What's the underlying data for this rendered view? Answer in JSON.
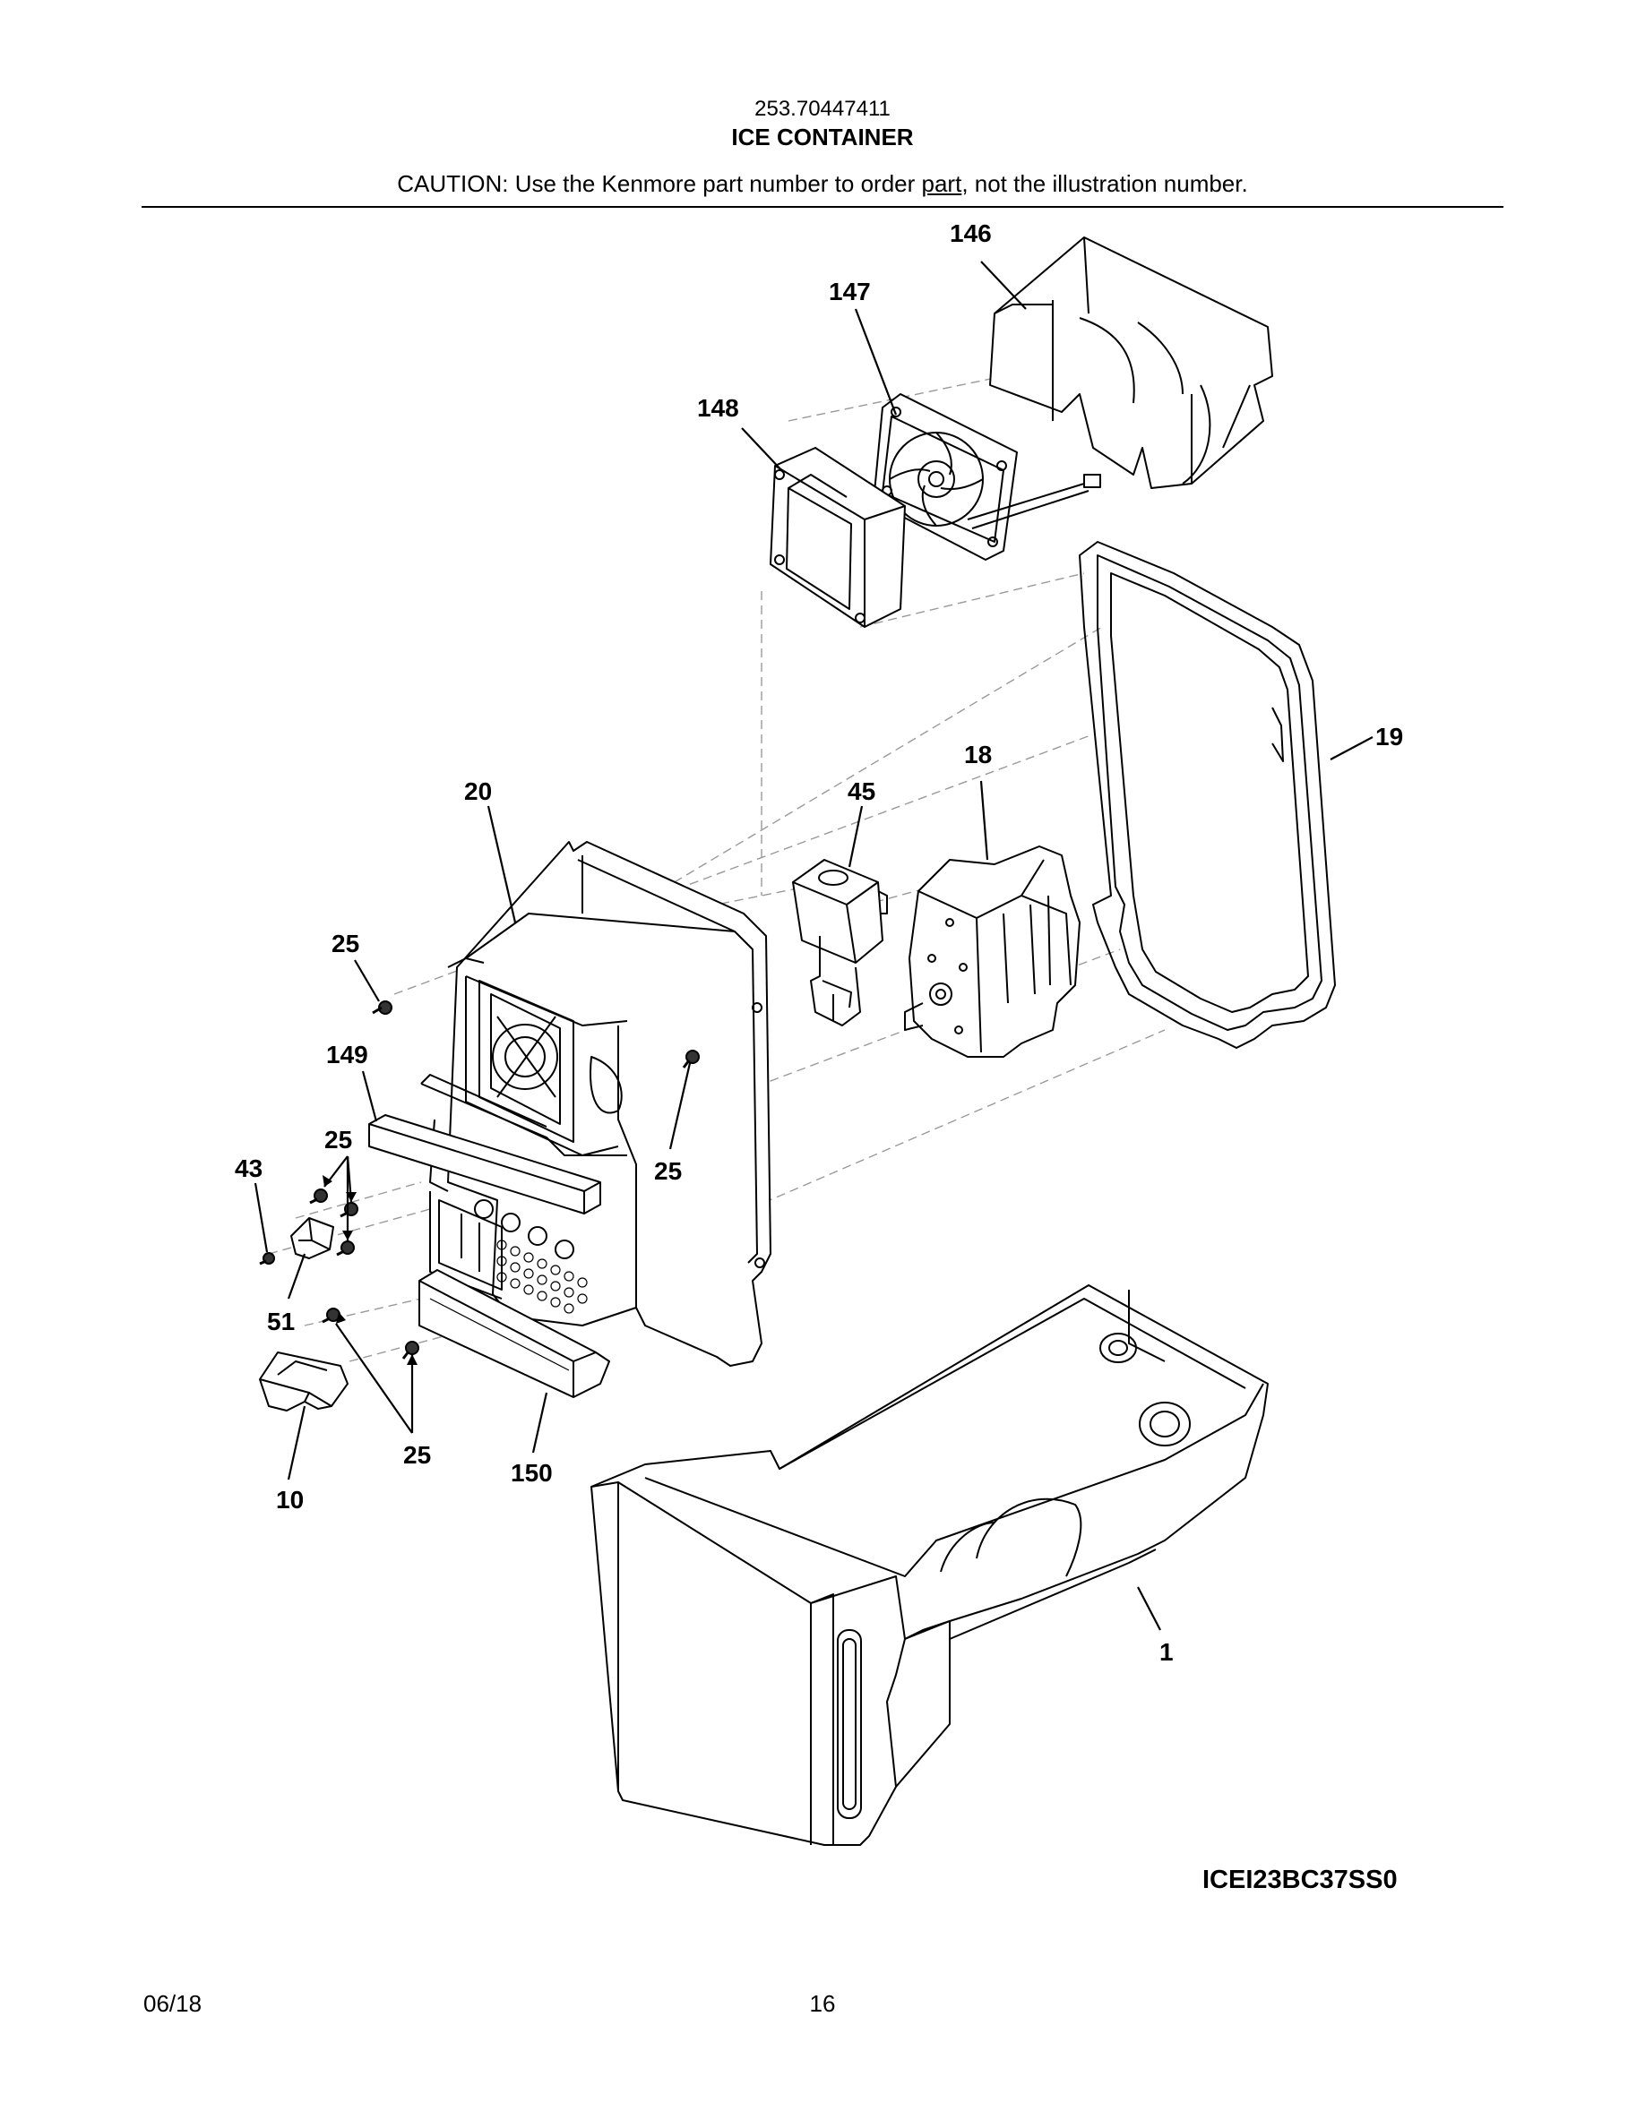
{
  "header": {
    "model": "253.70447411",
    "title": "ICE CONTAINER",
    "caution_before": "CAUTION: Use the Kenmore part number to order ",
    "caution_link": "part",
    "caution_after": ", not the illustration number."
  },
  "diagram": {
    "reference_code": "ICEI23BC37SS0",
    "callouts": [
      {
        "id": "c146",
        "label": "146"
      },
      {
        "id": "c147",
        "label": "147"
      },
      {
        "id": "c148",
        "label": "148"
      },
      {
        "id": "c18",
        "label": "18"
      },
      {
        "id": "c19",
        "label": "19"
      },
      {
        "id": "c20",
        "label": "20"
      },
      {
        "id": "c45",
        "label": "45"
      },
      {
        "id": "c25a",
        "label": "25"
      },
      {
        "id": "c149",
        "label": "149"
      },
      {
        "id": "c25b",
        "label": "25"
      },
      {
        "id": "c25c",
        "label": "25"
      },
      {
        "id": "c43",
        "label": "43"
      },
      {
        "id": "c51",
        "label": "51"
      },
      {
        "id": "c25d",
        "label": "25"
      },
      {
        "id": "c150",
        "label": "150"
      },
      {
        "id": "c10",
        "label": "10"
      },
      {
        "id": "c1",
        "label": "1"
      }
    ]
  },
  "footer": {
    "date": "06/18",
    "page": "16"
  }
}
